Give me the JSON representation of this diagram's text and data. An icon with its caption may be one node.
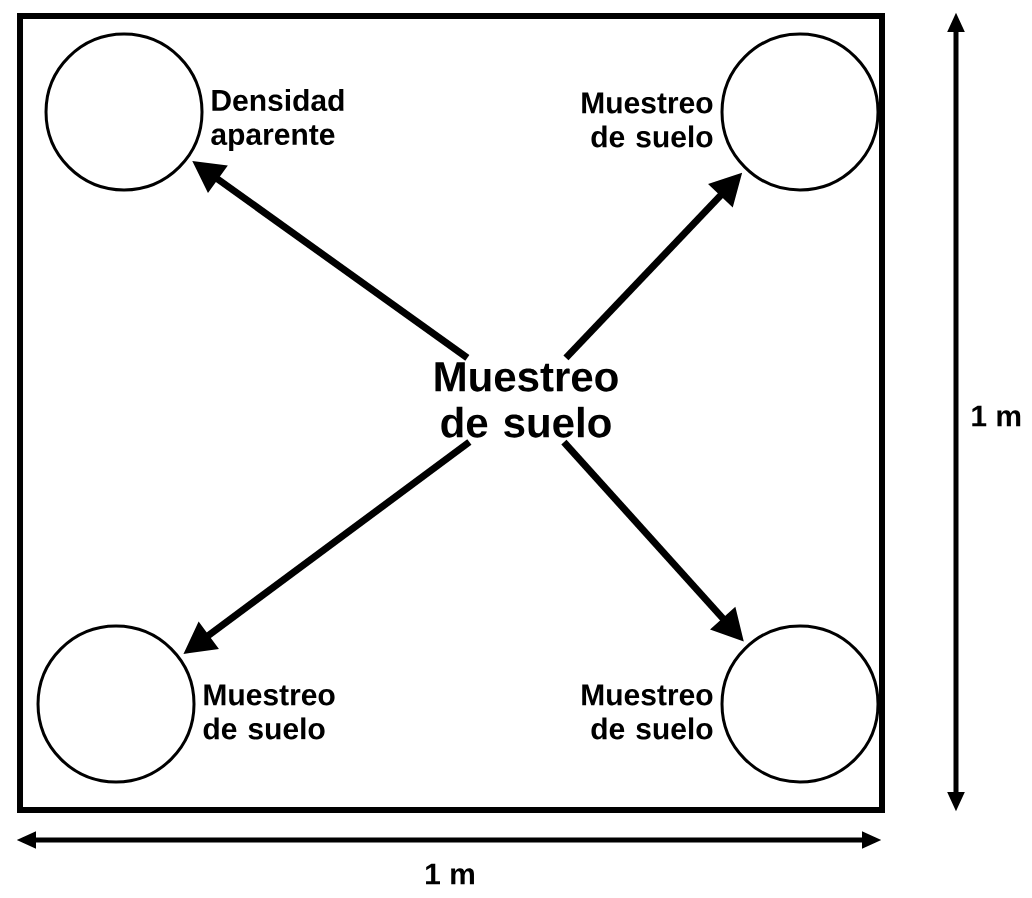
{
  "diagram": {
    "nodes": [
      {
        "text": [],
        "shape": "circle",
        "beside": [
          "Densidad aparente"
        ]
      },
      {
        "text": [],
        "shape": "circle",
        "beside": [
          "Muestreo de suelo"
        ]
      },
      {
        "text": [
          "Muestreo de suelo"
        ]
      },
      {
        "text": [],
        "shape": "circle",
        "beside": [
          "Muestreo de suelo"
        ]
      },
      {
        "text": [],
        "shape": "circle",
        "beside": [
          "Muestreo de suelo"
        ]
      }
    ],
    "edges": [
      {
        "from": 2,
        "to": 0,
        "arrow": "to"
      },
      {
        "from": 2,
        "to": 1,
        "arrow": "to"
      },
      {
        "from": 2,
        "to": 3,
        "arrow": "to"
      },
      {
        "from": 2,
        "to": 4,
        "arrow": "to"
      }
    ],
    "labels": [
      "1 m",
      "1 m"
    ]
  }
}
